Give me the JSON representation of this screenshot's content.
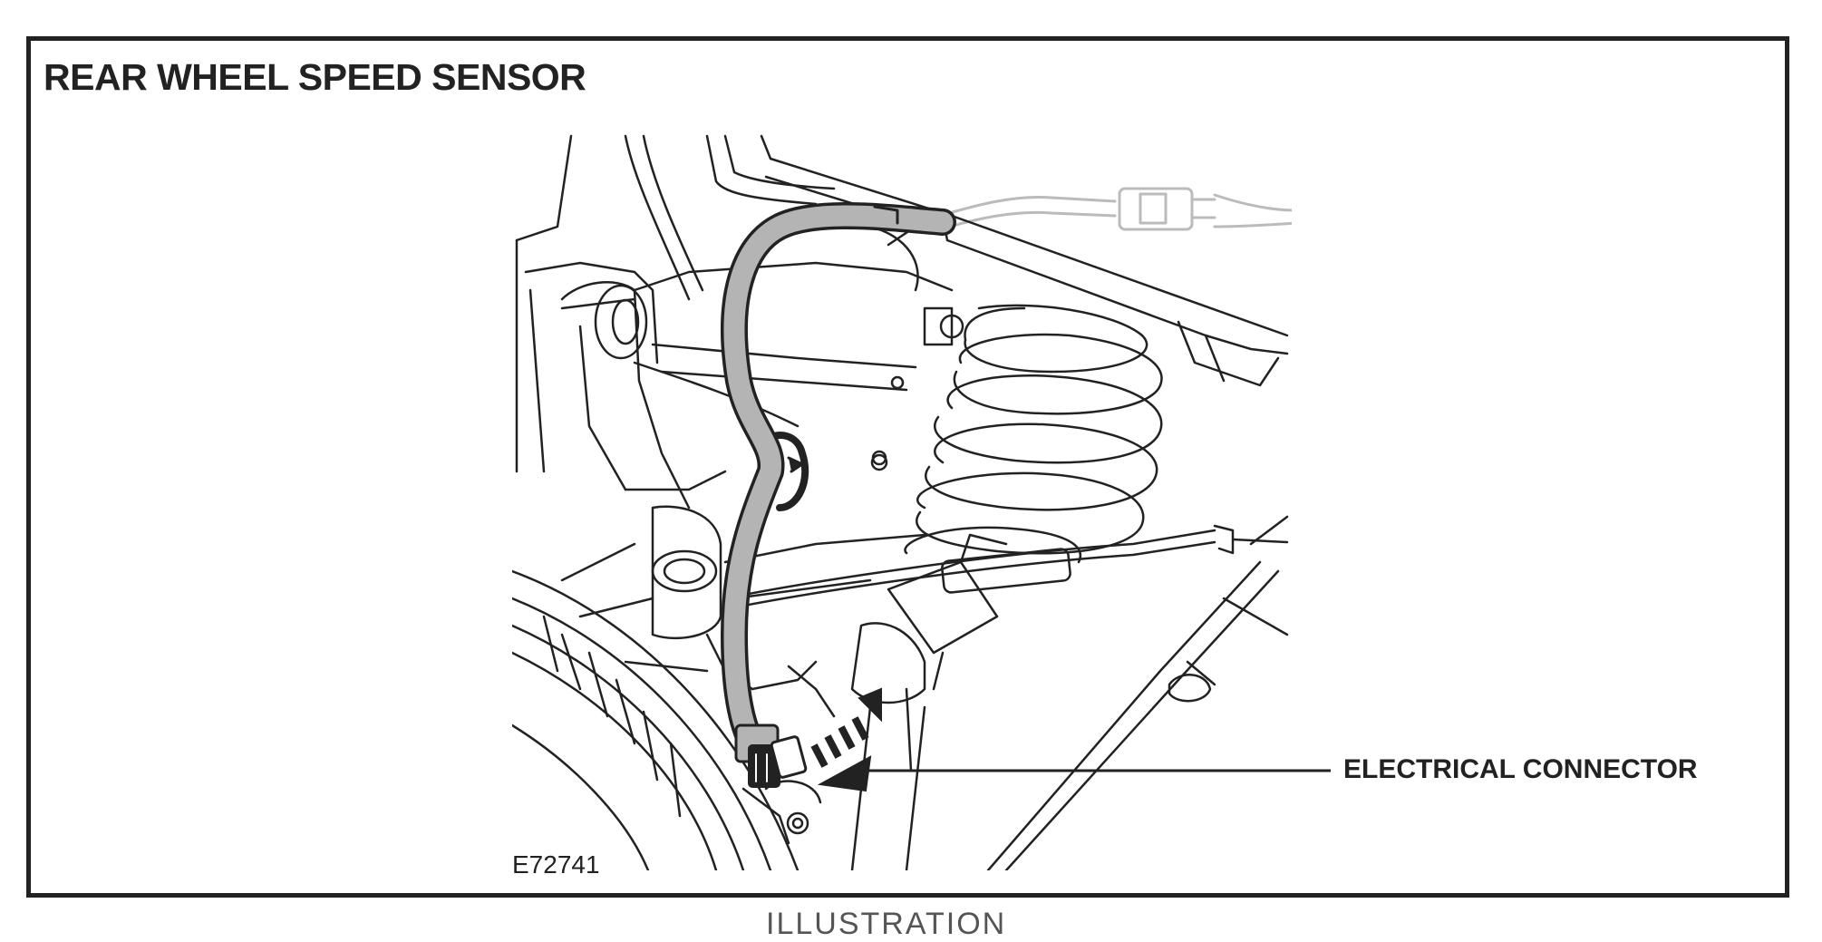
{
  "figure": {
    "title": "REAR WHEEL SPEED SENSOR",
    "callout_label": "ELECTRICAL CONNECTOR",
    "figure_id": "E72741",
    "caption": "ILLUSTRATION"
  },
  "colors": {
    "ink": "#222222",
    "harness": "#b4b4b4",
    "ghost_line": "#bbbbbb",
    "background": "#ffffff"
  }
}
